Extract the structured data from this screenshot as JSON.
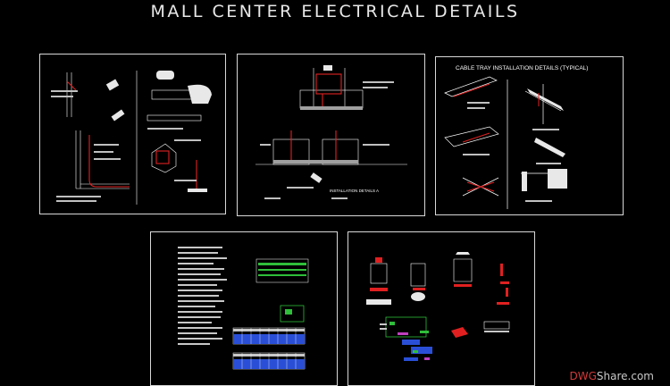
{
  "drawing": {
    "title": "MALL CENTER ELECTRICAL DETAILS"
  },
  "sheets": [
    {
      "id": "sheet-1",
      "caption": ""
    },
    {
      "id": "sheet-2",
      "caption": "INSTALLATION DETAILS A"
    },
    {
      "id": "sheet-3",
      "caption": "CABLE TRAY INSTALLATION DETAILS (TYPICAL)"
    },
    {
      "id": "sheet-4",
      "caption": ""
    },
    {
      "id": "sheet-5",
      "caption": ""
    }
  ],
  "watermark": {
    "brand_part1": "DWG",
    "brand_part2": "Share.com"
  },
  "colors": {
    "background": "#000000",
    "frame": "#d8d8d8",
    "detail_red": "#e02020",
    "detail_white": "#ffffff",
    "table_blue": "#2a4fd6",
    "table_green": "#2fbf3a",
    "accent_magenta": "#c040c0"
  }
}
